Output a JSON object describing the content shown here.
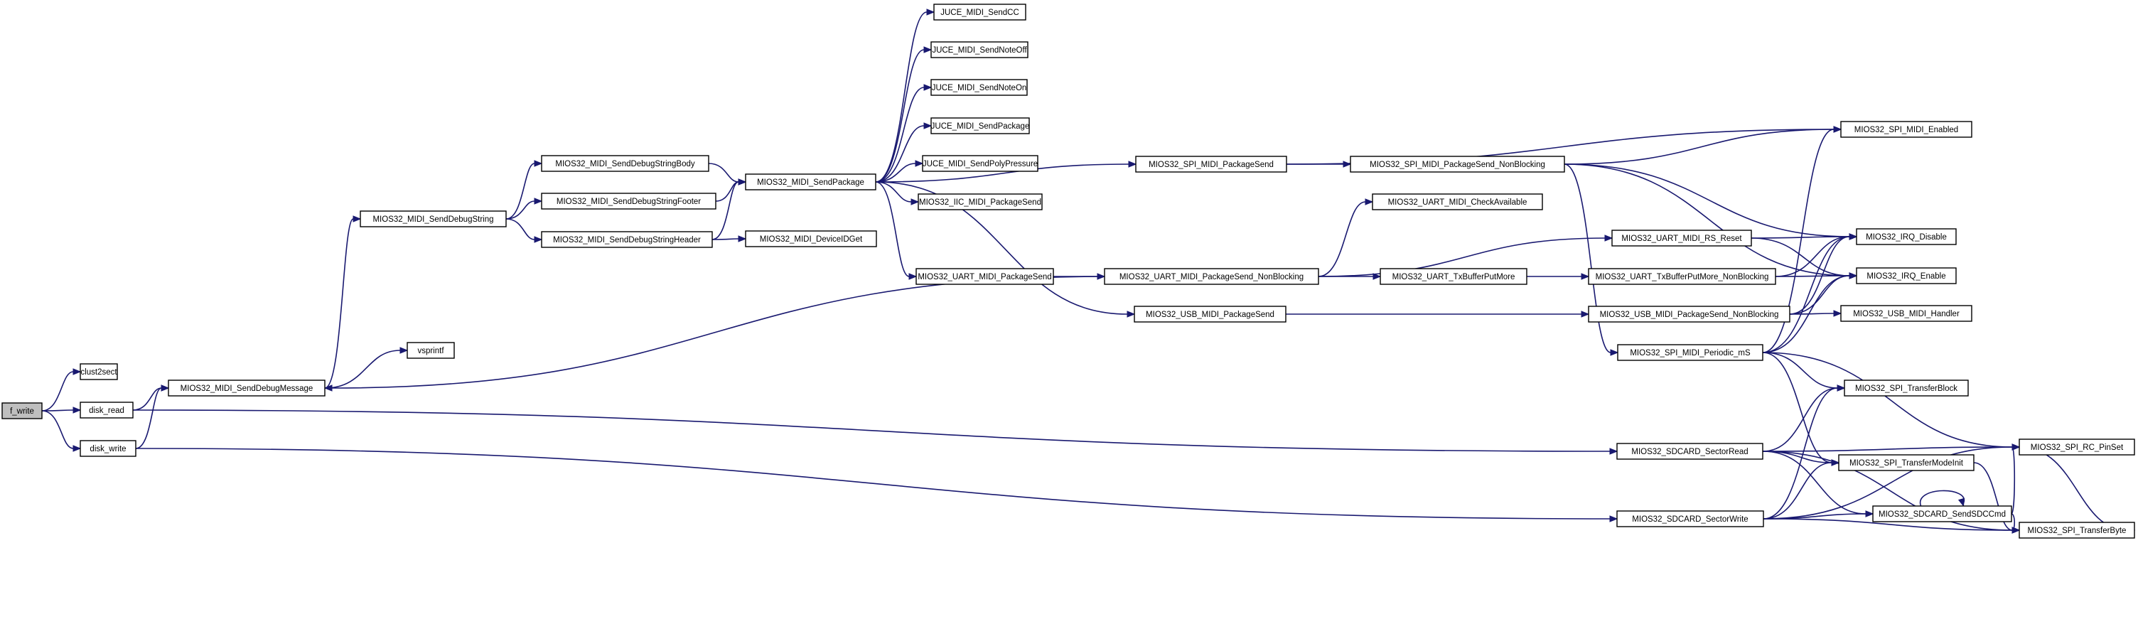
{
  "colors": {
    "edge": "#191970",
    "root_fill": "#bfbfbf",
    "node_fill": "#ffffff",
    "node_stroke": "#000000"
  },
  "nodes": [
    {
      "id": "f_write",
      "label": "f_write",
      "root": true
    },
    {
      "id": "clust2sect",
      "label": "clust2sect"
    },
    {
      "id": "disk_read",
      "label": "disk_read"
    },
    {
      "id": "disk_write",
      "label": "disk_write"
    },
    {
      "id": "SendDebugMessage",
      "label": "MIOS32_MIDI_SendDebugMessage"
    },
    {
      "id": "SendDebugString",
      "label": "MIOS32_MIDI_SendDebugString"
    },
    {
      "id": "vsprintf",
      "label": "vsprintf"
    },
    {
      "id": "StrBody",
      "label": "MIOS32_MIDI_SendDebugStringBody"
    },
    {
      "id": "StrFooter",
      "label": "MIOS32_MIDI_SendDebugStringFooter"
    },
    {
      "id": "StrHeader",
      "label": "MIOS32_MIDI_SendDebugStringHeader"
    },
    {
      "id": "SendPackage",
      "label": "MIOS32_MIDI_SendPackage"
    },
    {
      "id": "DeviceIDGet",
      "label": "MIOS32_MIDI_DeviceIDGet"
    },
    {
      "id": "JSendCC",
      "label": "JUCE_MIDI_SendCC"
    },
    {
      "id": "JNoteOff",
      "label": "JUCE_MIDI_SendNoteOff"
    },
    {
      "id": "JNoteOn",
      "label": "JUCE_MIDI_SendNoteOn"
    },
    {
      "id": "JPackage",
      "label": "JUCE_MIDI_SendPackage"
    },
    {
      "id": "JPoly",
      "label": "JUCE_MIDI_SendPolyPressure"
    },
    {
      "id": "IICPkg",
      "label": "MIOS32_IIC_MIDI_PackageSend"
    },
    {
      "id": "UARTPkg",
      "label": "MIOS32_UART_MIDI_PackageSend"
    },
    {
      "id": "USBPkg",
      "label": "MIOS32_USB_MIDI_PackageSend"
    },
    {
      "id": "SPIPkg",
      "label": "MIOS32_SPI_MIDI_PackageSend"
    },
    {
      "id": "UARTNB",
      "label": "MIOS32_UART_MIDI_PackageSend_NonBlocking"
    },
    {
      "id": "SPINB",
      "label": "MIOS32_SPI_MIDI_PackageSend_NonBlocking"
    },
    {
      "id": "CheckAvail",
      "label": "MIOS32_UART_MIDI_CheckAvailable"
    },
    {
      "id": "TxBufMore",
      "label": "MIOS32_UART_TxBufferPutMore"
    },
    {
      "id": "RSReset",
      "label": "MIOS32_UART_MIDI_RS_Reset"
    },
    {
      "id": "TxBufMoreNB",
      "label": "MIOS32_UART_TxBufferPutMore_NonBlocking"
    },
    {
      "id": "USBNB",
      "label": "MIOS32_USB_MIDI_PackageSend_NonBlocking"
    },
    {
      "id": "Periodic",
      "label": "MIOS32_SPI_MIDI_Periodic_mS"
    },
    {
      "id": "SDRead",
      "label": "MIOS32_SDCARD_SectorRead"
    },
    {
      "id": "SDWrite",
      "label": "MIOS32_SDCARD_SectorWrite"
    },
    {
      "id": "SPIEnabled",
      "label": "MIOS32_SPI_MIDI_Enabled"
    },
    {
      "id": "IRQDis",
      "label": "MIOS32_IRQ_Disable"
    },
    {
      "id": "IRQEn",
      "label": "MIOS32_IRQ_Enable"
    },
    {
      "id": "USBHandler",
      "label": "MIOS32_USB_MIDI_Handler"
    },
    {
      "id": "TransferBlock",
      "label": "MIOS32_SPI_TransferBlock"
    },
    {
      "id": "TransferMode",
      "label": "MIOS32_SPI_TransferModeInit"
    },
    {
      "id": "SendSDCCmd",
      "label": "MIOS32_SDCARD_SendSDCCmd"
    },
    {
      "id": "RCPinSet",
      "label": "MIOS32_SPI_RC_PinSet"
    },
    {
      "id": "TransferByte",
      "label": "MIOS32_SPI_TransferByte"
    }
  ],
  "edges": [
    [
      "f_write",
      "clust2sect"
    ],
    [
      "f_write",
      "disk_read"
    ],
    [
      "f_write",
      "disk_write"
    ],
    [
      "disk_read",
      "SendDebugMessage"
    ],
    [
      "disk_read",
      "SDRead"
    ],
    [
      "disk_write",
      "SendDebugMessage"
    ],
    [
      "disk_write",
      "SDWrite"
    ],
    [
      "SendDebugMessage",
      "SendDebugString"
    ],
    [
      "SendDebugMessage",
      "vsprintf"
    ],
    [
      "SendDebugString",
      "StrBody"
    ],
    [
      "SendDebugString",
      "StrFooter"
    ],
    [
      "SendDebugString",
      "StrHeader"
    ],
    [
      "StrBody",
      "SendPackage"
    ],
    [
      "StrFooter",
      "SendPackage"
    ],
    [
      "StrHeader",
      "SendPackage"
    ],
    [
      "StrHeader",
      "DeviceIDGet"
    ],
    [
      "SendPackage",
      "JSendCC"
    ],
    [
      "SendPackage",
      "JNoteOff"
    ],
    [
      "SendPackage",
      "JNoteOn"
    ],
    [
      "SendPackage",
      "JPackage"
    ],
    [
      "SendPackage",
      "JPoly"
    ],
    [
      "SendPackage",
      "IICPkg"
    ],
    [
      "SendPackage",
      "SPIPkg"
    ],
    [
      "SendPackage",
      "UARTPkg"
    ],
    [
      "SendPackage",
      "USBPkg"
    ],
    [
      "SPIPkg",
      "SPIEnabled"
    ],
    [
      "SPIPkg",
      "SPINB"
    ],
    [
      "SPINB",
      "SPIEnabled"
    ],
    [
      "SPINB",
      "IRQDis"
    ],
    [
      "SPINB",
      "IRQEn"
    ],
    [
      "SPINB",
      "Periodic"
    ],
    [
      "UARTPkg",
      "UARTNB"
    ],
    [
      "UARTNB",
      "CheckAvail"
    ],
    [
      "UARTNB",
      "RSReset"
    ],
    [
      "UARTNB",
      "TxBufMore"
    ],
    [
      "UARTNB",
      "SendDebugMessage"
    ],
    [
      "TxBufMore",
      "TxBufMoreNB"
    ],
    [
      "RSReset",
      "IRQDis"
    ],
    [
      "RSReset",
      "IRQEn"
    ],
    [
      "TxBufMoreNB",
      "IRQDis"
    ],
    [
      "TxBufMoreNB",
      "IRQEn"
    ],
    [
      "USBPkg",
      "USBNB"
    ],
    [
      "USBNB",
      "IRQDis"
    ],
    [
      "USBNB",
      "IRQEn"
    ],
    [
      "USBNB",
      "USBHandler"
    ],
    [
      "Periodic",
      "SPIEnabled"
    ],
    [
      "Periodic",
      "IRQDis"
    ],
    [
      "Periodic",
      "IRQEn"
    ],
    [
      "Periodic",
      "TransferBlock"
    ],
    [
      "Periodic",
      "TransferMode"
    ],
    [
      "Periodic",
      "RCPinSet"
    ],
    [
      "SDRead",
      "TransferBlock"
    ],
    [
      "SDRead",
      "TransferMode"
    ],
    [
      "SDRead",
      "RCPinSet"
    ],
    [
      "SDRead",
      "TransferByte"
    ],
    [
      "SDRead",
      "SendSDCCmd"
    ],
    [
      "SDWrite",
      "TransferBlock"
    ],
    [
      "SDWrite",
      "TransferMode"
    ],
    [
      "SDWrite",
      "SendSDCCmd"
    ],
    [
      "SDWrite",
      "RCPinSet"
    ],
    [
      "SDWrite",
      "TransferByte"
    ],
    [
      "SendSDCCmd",
      "SendSDCCmd"
    ],
    [
      "SendSDCCmd",
      "RCPinSet"
    ],
    [
      "SendSDCCmd",
      "TransferByte"
    ],
    [
      "TransferMode",
      "TransferByte"
    ],
    [
      "RCPinSet",
      "TransferByte"
    ]
  ]
}
